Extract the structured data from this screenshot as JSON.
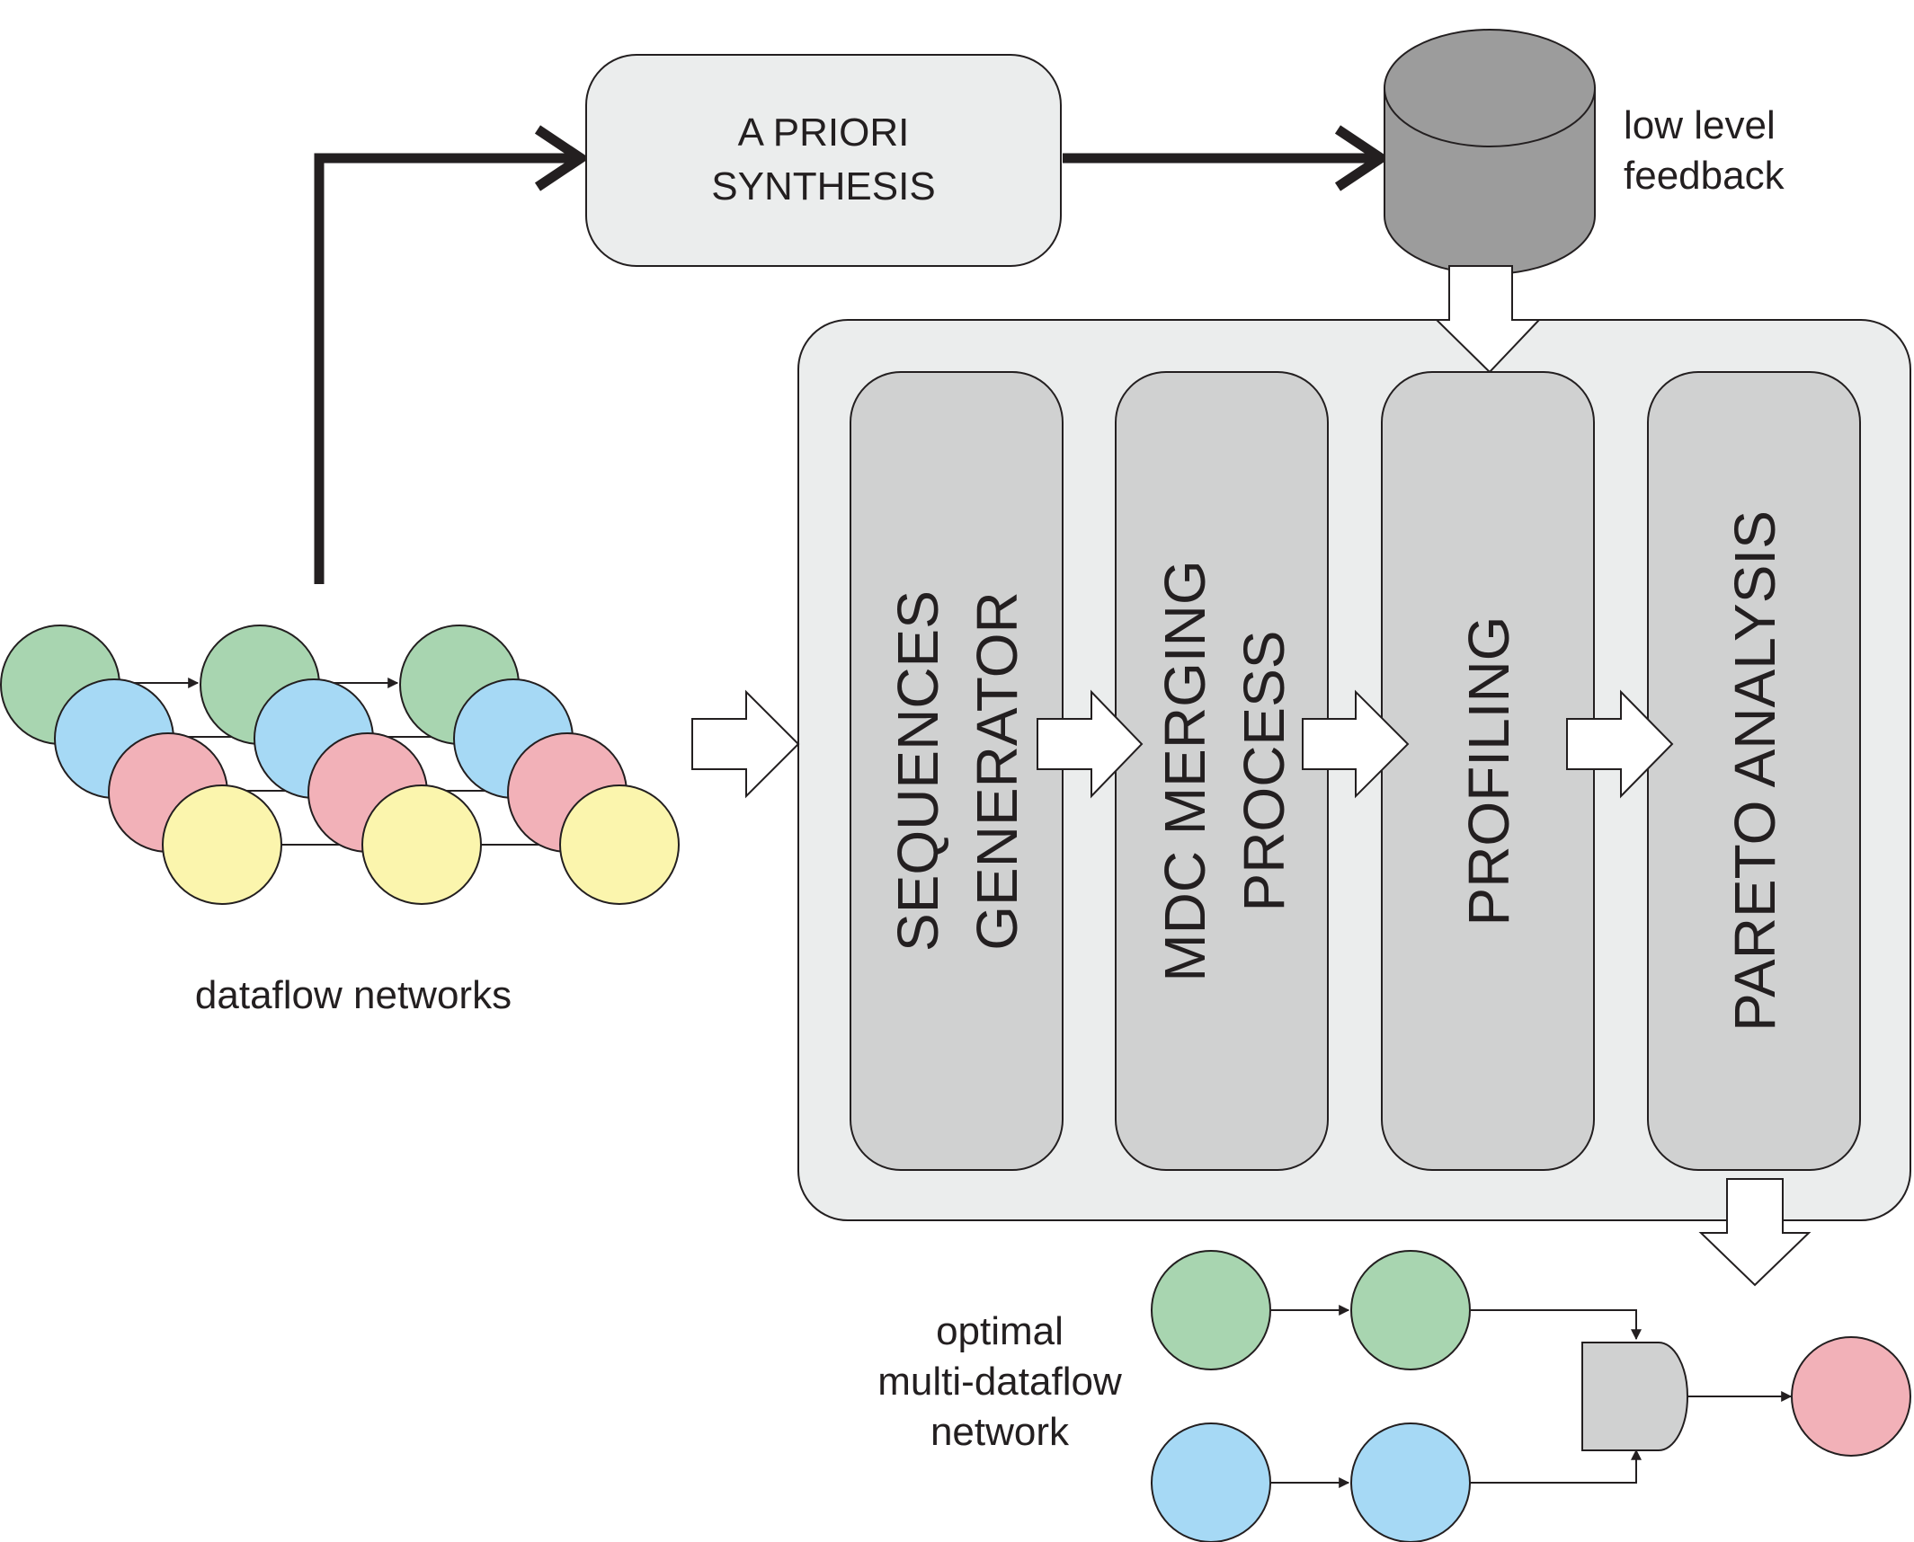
{
  "labels": {
    "apriori_line1": "A PRIORI",
    "apriori_line2": "SYNTHESIS",
    "feedback_line1": "low level",
    "feedback_line2": "feedback",
    "dataflow_networks": "dataflow networks",
    "optimal_line1": "optimal",
    "optimal_line2": "multi-dataflow",
    "optimal_line3": "network"
  },
  "stages": [
    {
      "line1": "SEQUENCES",
      "line2": "GENERATOR"
    },
    {
      "line1": "MDC MERGING",
      "line2": "PROCESS"
    },
    {
      "line1": "PROFILING",
      "line2": ""
    },
    {
      "line1": "PARETO ANALYSIS",
      "line2": ""
    }
  ],
  "colors": {
    "green": "#a8d5b0",
    "blue": "#a6d9f5",
    "pink": "#f2b1b8",
    "yellow": "#fbf5ad",
    "panel": "#ebeded",
    "stage": "#d0d1d1",
    "cylinder": "#9c9c9c",
    "stroke": "#231f20"
  }
}
